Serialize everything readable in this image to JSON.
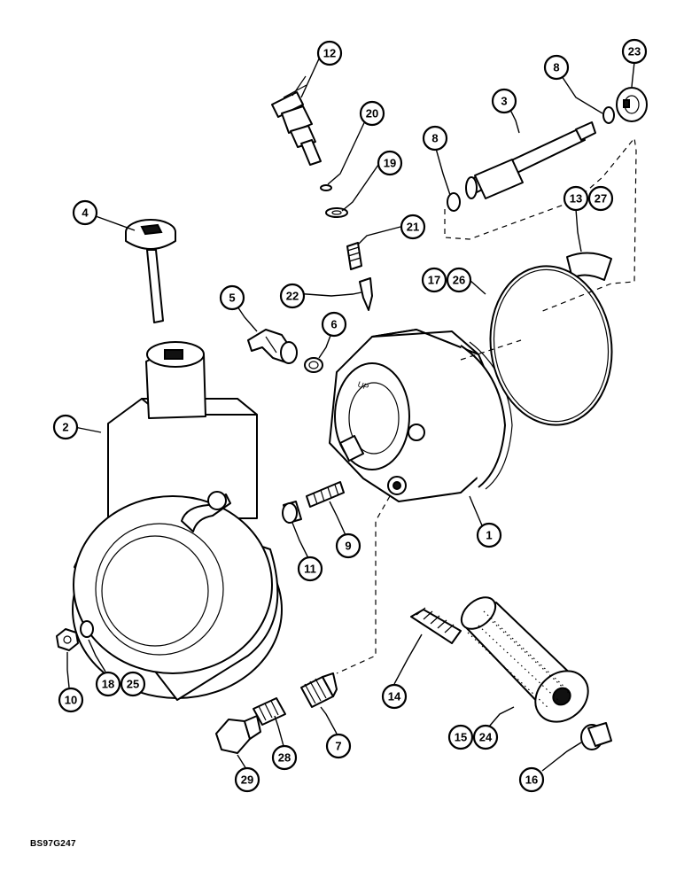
{
  "figure_code": "BS97G247",
  "callouts": [
    {
      "id": "c1",
      "label": "1"
    },
    {
      "id": "c2",
      "label": "2"
    },
    {
      "id": "c3",
      "label": "3"
    },
    {
      "id": "c4",
      "label": "4"
    },
    {
      "id": "c5",
      "label": "5"
    },
    {
      "id": "c6",
      "label": "6"
    },
    {
      "id": "c7",
      "label": "7"
    },
    {
      "id": "c8a",
      "label": "8"
    },
    {
      "id": "c8b",
      "label": "8"
    },
    {
      "id": "c9",
      "label": "9"
    },
    {
      "id": "c10",
      "label": "10"
    },
    {
      "id": "c11",
      "label": "11"
    },
    {
      "id": "c12",
      "label": "12"
    },
    {
      "id": "c13",
      "label": "13"
    },
    {
      "id": "c27",
      "label": "27"
    },
    {
      "id": "c14",
      "label": "14"
    },
    {
      "id": "c15",
      "label": "15"
    },
    {
      "id": "c24",
      "label": "24"
    },
    {
      "id": "c16",
      "label": "16"
    },
    {
      "id": "c17",
      "label": "17"
    },
    {
      "id": "c26",
      "label": "26"
    },
    {
      "id": "c18",
      "label": "18"
    },
    {
      "id": "c25",
      "label": "25"
    },
    {
      "id": "c19",
      "label": "19"
    },
    {
      "id": "c20",
      "label": "20"
    },
    {
      "id": "c21",
      "label": "21"
    },
    {
      "id": "c22",
      "label": "22"
    },
    {
      "id": "c23",
      "label": "23"
    },
    {
      "id": "c28",
      "label": "28"
    },
    {
      "id": "c29",
      "label": "29"
    }
  ],
  "housing_mark": "UP"
}
